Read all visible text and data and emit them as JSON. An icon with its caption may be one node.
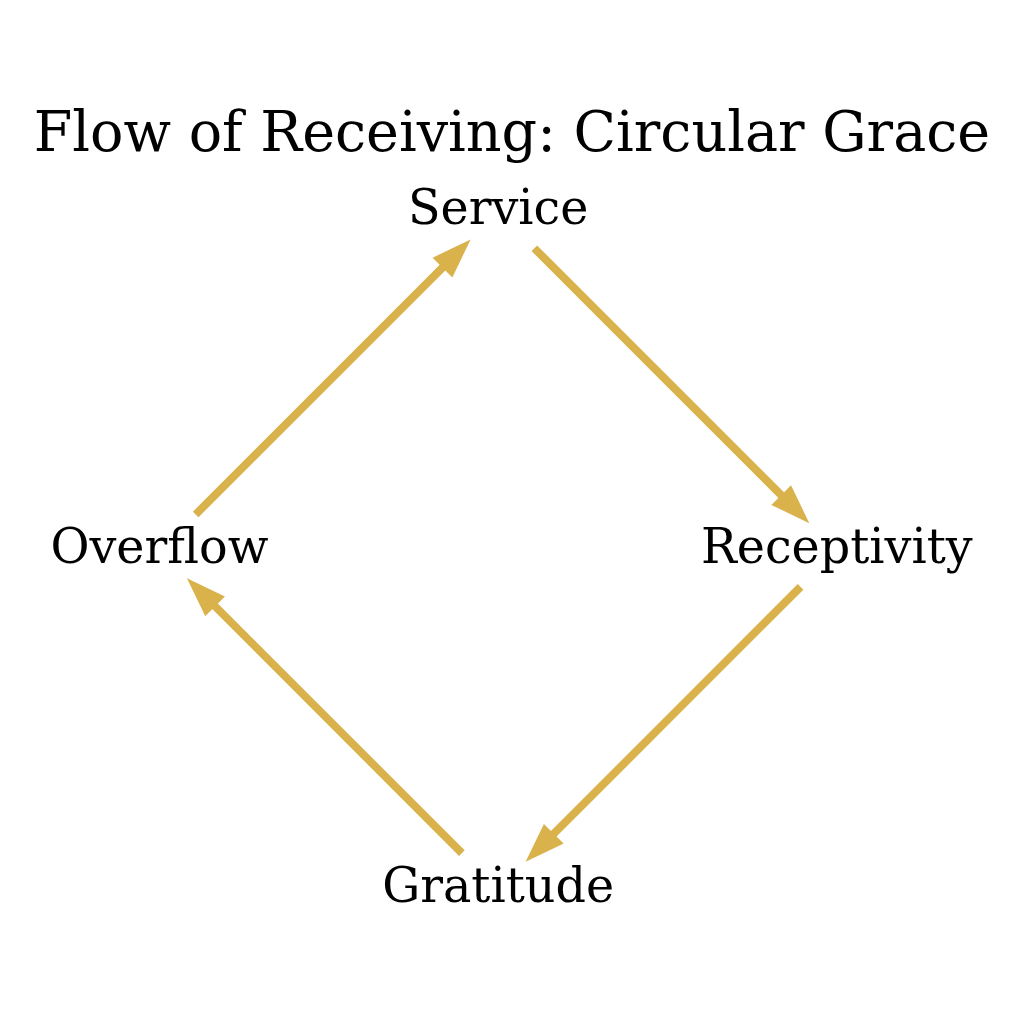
{
  "diagram": {
    "title": "Flow of Receiving: Circular Grace",
    "nodes": [
      {
        "text": [
          "Gratitude"
        ]
      },
      {
        "text": [
          "Receptivity"
        ]
      },
      {
        "text": [
          "Overflow"
        ]
      },
      {
        "text": [
          "Service"
        ]
      }
    ],
    "edges": [
      {
        "from": 0,
        "to": 2,
        "arrow": "to"
      },
      {
        "from": 2,
        "to": 3,
        "arrow": "to"
      },
      {
        "from": 3,
        "to": 1,
        "arrow": "to"
      },
      {
        "from": 1,
        "to": 0,
        "arrow": "to"
      }
    ]
  }
}
